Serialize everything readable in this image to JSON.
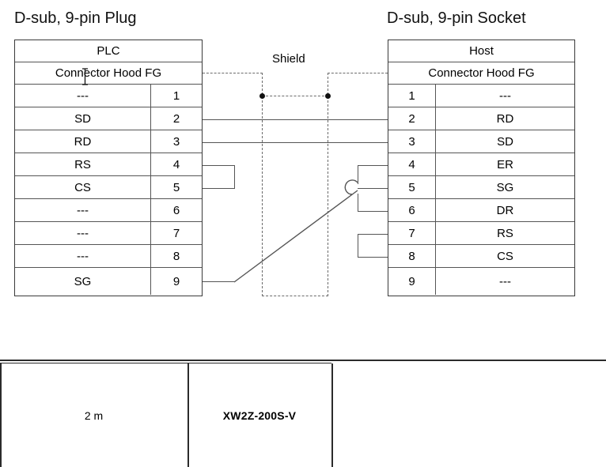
{
  "diagram": {
    "plug": {
      "title": "D-sub, 9-pin Plug",
      "device_header": "PLC",
      "hood_fg": "Connector Hood FG",
      "pins": [
        {
          "signal": "---",
          "pin": "1"
        },
        {
          "signal": "SD",
          "pin": "2"
        },
        {
          "signal": "RD",
          "pin": "3"
        },
        {
          "signal": "RS",
          "pin": "4"
        },
        {
          "signal": "CS",
          "pin": "5"
        },
        {
          "signal": "---",
          "pin": "6"
        },
        {
          "signal": "---",
          "pin": "7"
        },
        {
          "signal": "---",
          "pin": "8"
        },
        {
          "signal": "SG",
          "pin": "9"
        }
      ]
    },
    "socket": {
      "title": "D-sub, 9-pin Socket",
      "device_header": "Host",
      "hood_fg": "Connector Hood FG",
      "pins": [
        {
          "pin": "1",
          "signal": "---"
        },
        {
          "pin": "2",
          "signal": "RD"
        },
        {
          "pin": "3",
          "signal": "SD"
        },
        {
          "pin": "4",
          "signal": "ER"
        },
        {
          "pin": "5",
          "signal": "SG"
        },
        {
          "pin": "6",
          "signal": "DR"
        },
        {
          "pin": "7",
          "signal": "RS"
        },
        {
          "pin": "8",
          "signal": "CS"
        },
        {
          "pin": "9",
          "signal": "---"
        }
      ]
    },
    "shield": {
      "label": "Shield"
    },
    "colors": {
      "line": "#555555",
      "shield_line": "#6b6b6b",
      "border": "#3a3a3a",
      "text": "#111111"
    }
  },
  "spec": {
    "length": "2 m",
    "model": "XW2Z-200S-V",
    "extra": ""
  }
}
